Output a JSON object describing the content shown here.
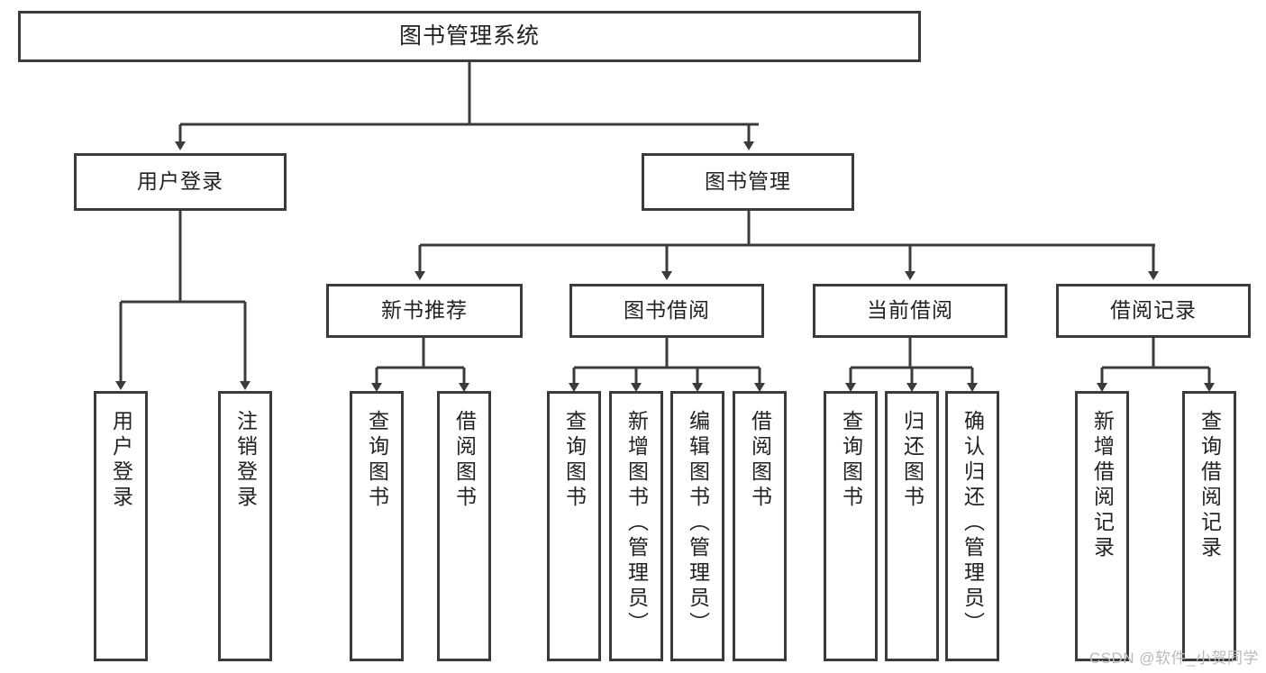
{
  "diagram": {
    "title": "图书管理系统",
    "type": "tree",
    "watermark": "CSDN @软件_小贺同学",
    "colors": {
      "stroke": "#3b3b3b",
      "fill": "#ffffff",
      "text": "#222222",
      "watermark": "#b9b9b9"
    },
    "nodes": {
      "root": {
        "label": "图书管理系统"
      },
      "level1": [
        {
          "id": "user-login",
          "label": "用户登录"
        },
        {
          "id": "book-manage",
          "label": "图书管理"
        }
      ],
      "level2": [
        {
          "id": "new-book-recommend",
          "label": "新书推荐"
        },
        {
          "id": "book-borrow",
          "label": "图书借阅"
        },
        {
          "id": "current-borrow",
          "label": "当前借阅"
        },
        {
          "id": "borrow-record",
          "label": "借阅记录"
        }
      ],
      "leaves": {
        "user_login": [
          {
            "id": "leaf-user-login",
            "label": "用户登录"
          },
          {
            "id": "leaf-logout-login",
            "label": "注销登录"
          }
        ],
        "new_book_recommend": [
          {
            "id": "leaf-query-book-1",
            "label": "查询图书"
          },
          {
            "id": "leaf-borrow-book-1",
            "label": "借阅图书"
          }
        ],
        "book_borrow": [
          {
            "id": "leaf-query-book-2",
            "label": "查询图书"
          },
          {
            "id": "leaf-add-book",
            "label": "新增图书（管理员）"
          },
          {
            "id": "leaf-edit-book",
            "label": "编辑图书（管理员）"
          },
          {
            "id": "leaf-borrow-book-2",
            "label": "借阅图书"
          }
        ],
        "current_borrow": [
          {
            "id": "leaf-query-book-3",
            "label": "查询图书"
          },
          {
            "id": "leaf-return-book",
            "label": "归还图书"
          },
          {
            "id": "leaf-confirm-return",
            "label": "确认归还（管理员）"
          }
        ],
        "borrow_record": [
          {
            "id": "leaf-add-record",
            "label": "新增借阅记录"
          },
          {
            "id": "leaf-query-record",
            "label": "查询借阅记录"
          }
        ]
      }
    }
  }
}
